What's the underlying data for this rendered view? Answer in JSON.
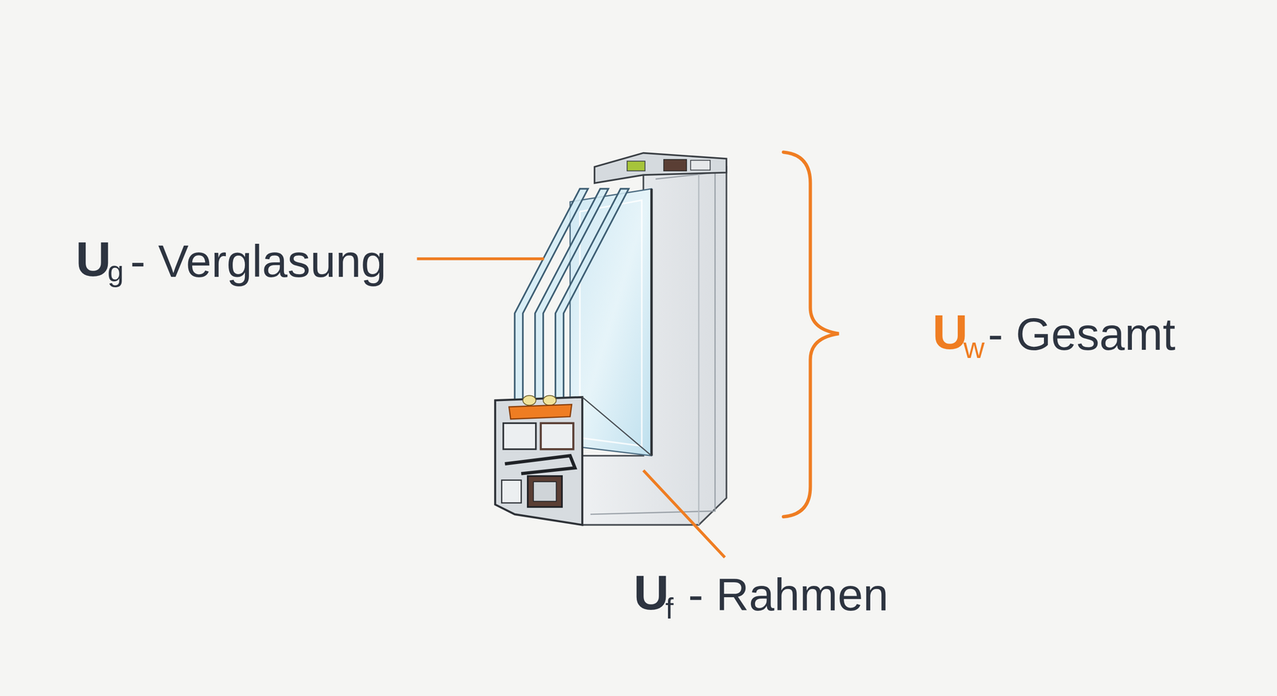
{
  "diagram": {
    "labels": [
      "U",
      "g",
      "- Verglasung",
      "U",
      "w",
      "- Gesamt",
      "U",
      "f",
      "- Rahmen"
    ]
  }
}
